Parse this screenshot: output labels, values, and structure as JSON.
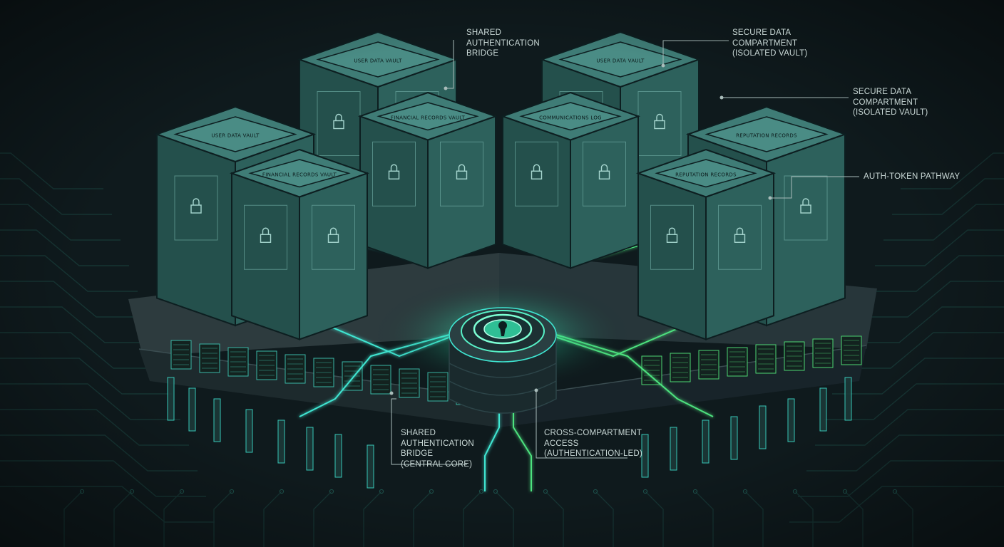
{
  "labels": {
    "shared_bridge_top": [
      "SHARED",
      "AUTHENTICATION",
      "BRIDGE"
    ],
    "secure_compartment_a": [
      "SECURE DATA",
      "COMPARTMENT",
      "(ISOLATED VAULT)"
    ],
    "secure_compartment_b": [
      "SECURE DATA",
      "COMPARTMENT",
      "(ISOLATED VAULT)"
    ],
    "auth_token_pathway": [
      "AUTH-TOKEN PATHWAY"
    ],
    "shared_bridge_core": [
      "SHARED",
      "AUTHENTICATION",
      "BRIDGE",
      "(CENTRAL CORE)"
    ],
    "cross_compartment": [
      "CROSS-COMPARTMENT",
      "ACCESS",
      "(AUTHENTICATION-LED)"
    ]
  },
  "vault_plates": {
    "left_back": "USER DATA VAULT",
    "left_front": "USER DATA VAULT",
    "left_inner": "FINANCIAL RECORDS VAULT",
    "left_inner_b": "FINANCIAL RECORDS VAULT",
    "right_back": "USER DATA VAULT",
    "right_inner": "COMMUNICATIONS LOG",
    "right_front": "REPUTATION RECORDS",
    "right_outer": "REPUTATION RECORDS"
  },
  "colors": {
    "background": "#0f1a1d",
    "cube_top": "#3f7c76",
    "cube_left": "#24504c",
    "cube_right": "#2d615c",
    "cyan_glow": "#3fe6d2",
    "green_glow": "#4ee37f",
    "callout_text": "#c9d8d6"
  }
}
